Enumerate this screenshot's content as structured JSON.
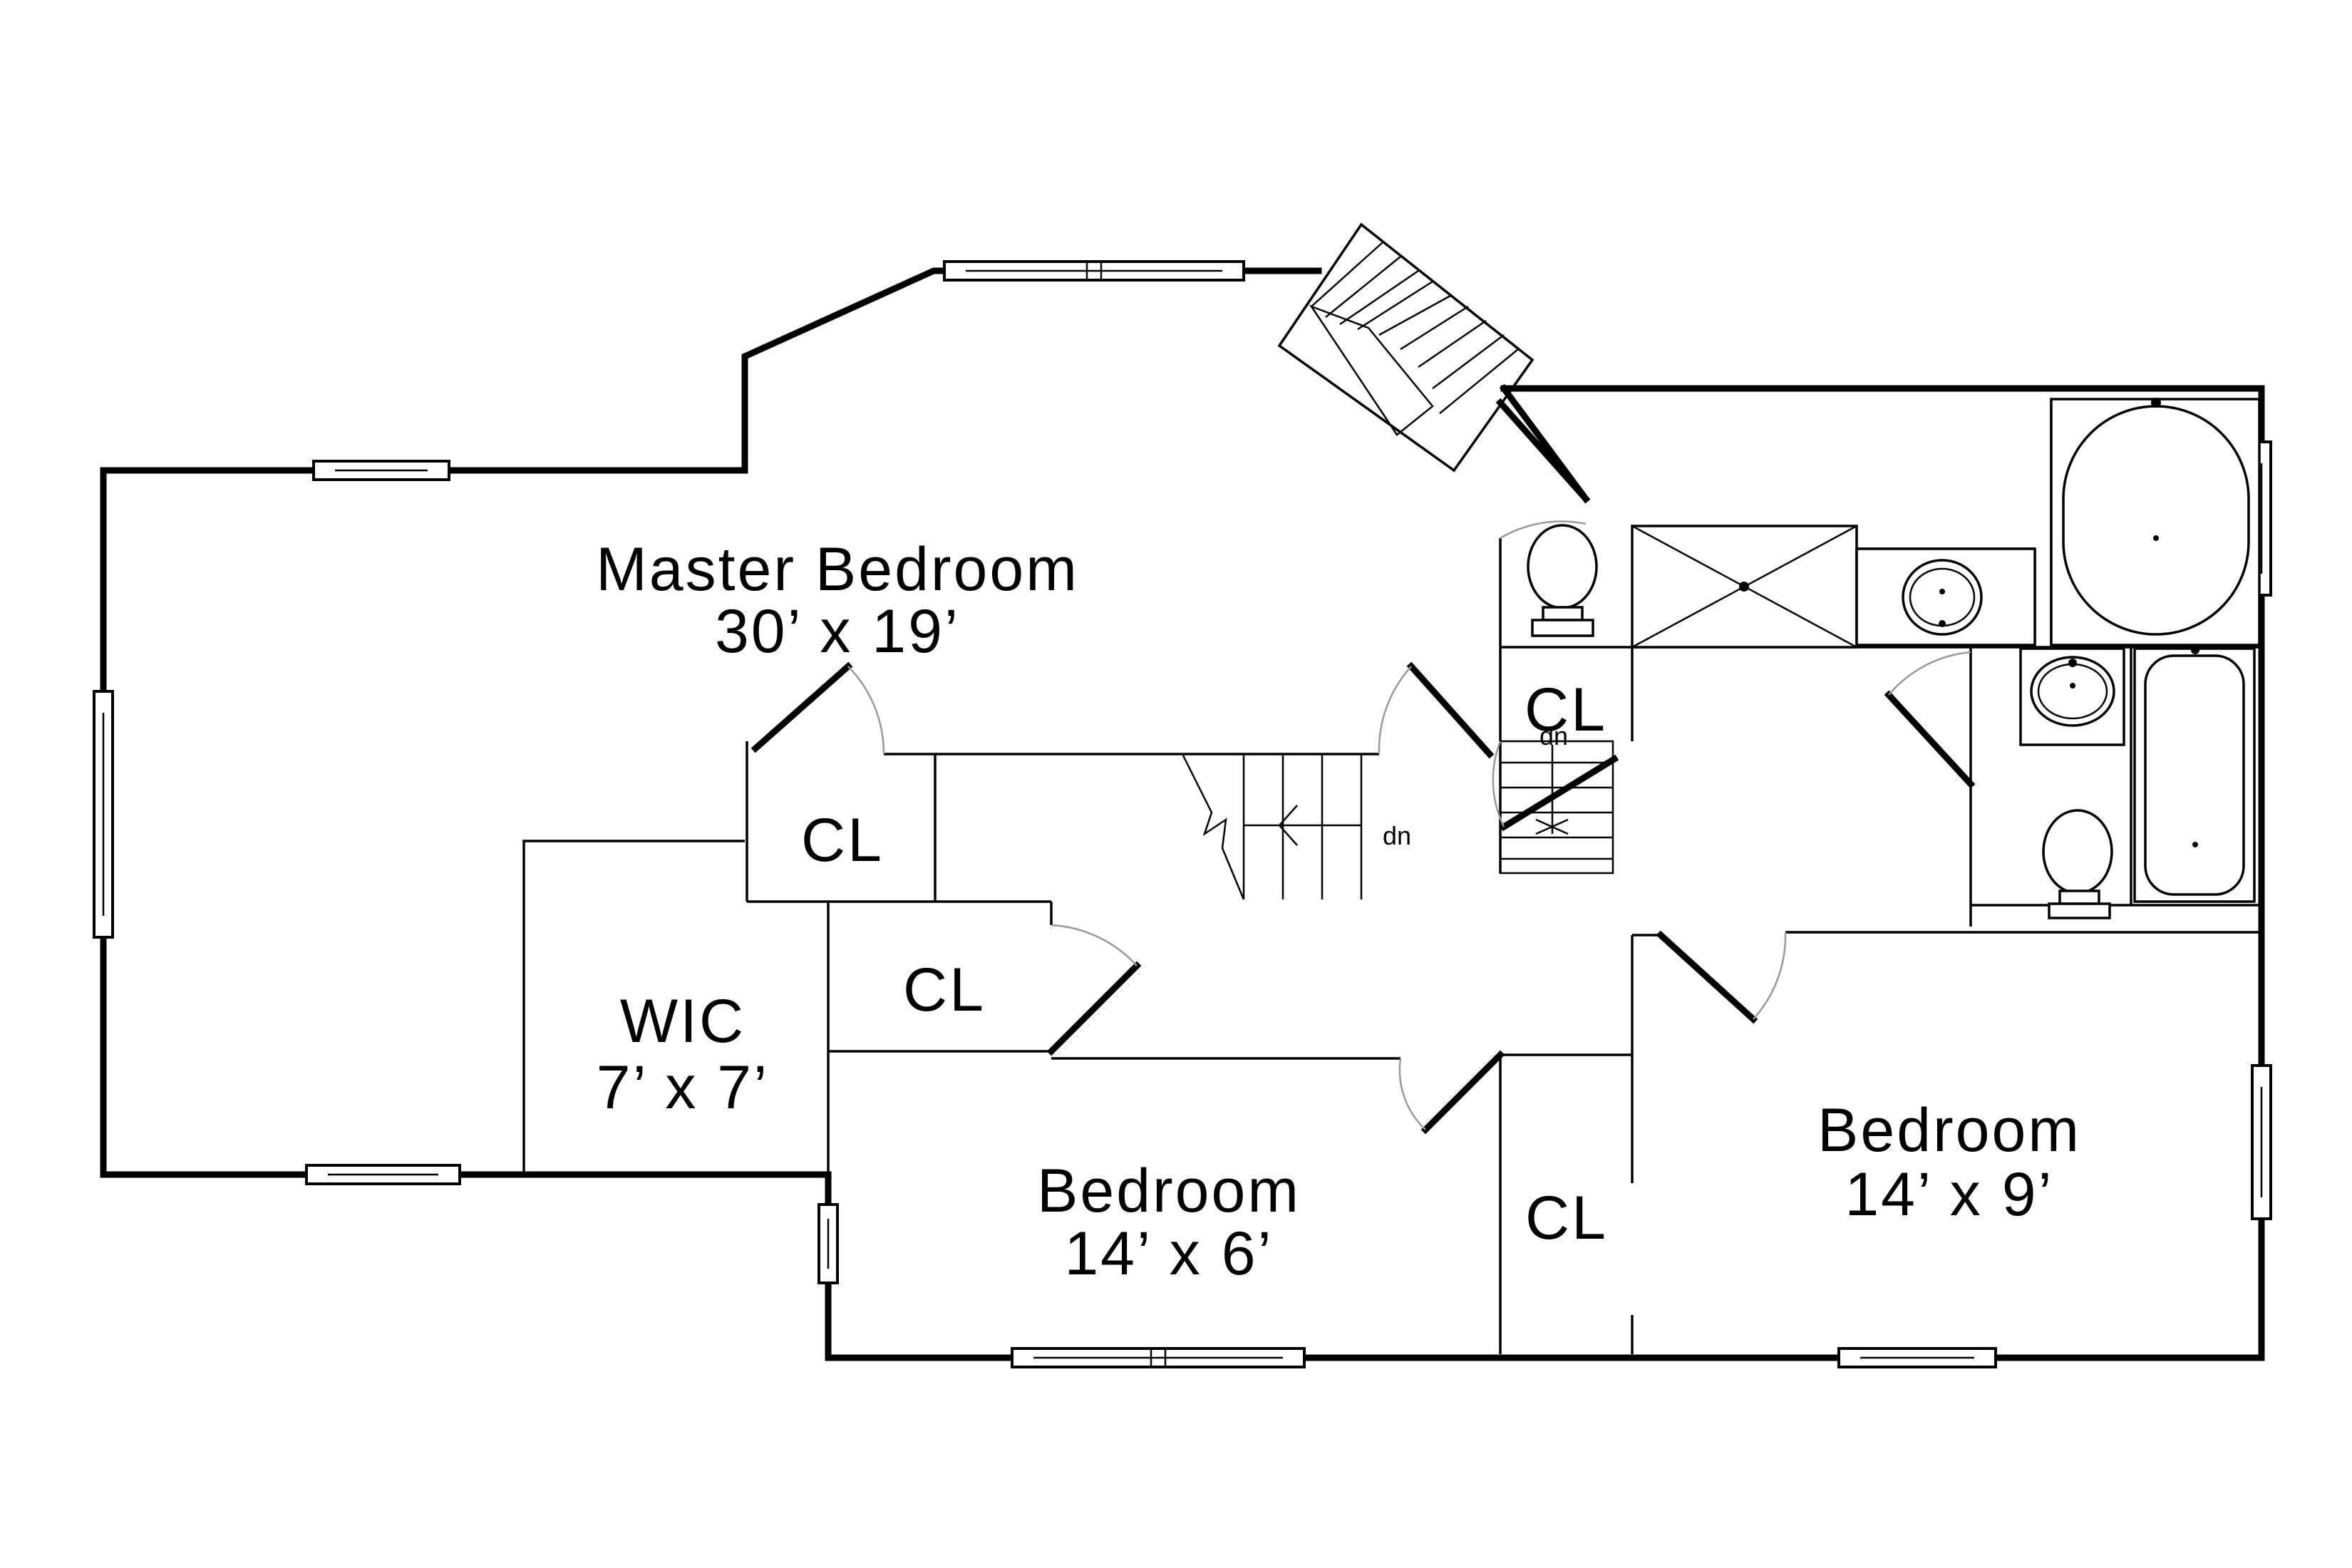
{
  "rooms": {
    "master": {
      "name": "Master Bedroom",
      "dims": "30’ x 19’"
    },
    "wic": {
      "name": "WIC",
      "dims": "7’ x 7’"
    },
    "bedroom_small": {
      "name": "Bedroom",
      "dims": "14’ x 6’"
    },
    "bedroom_right": {
      "name": "Bedroom",
      "dims": "14’ x 9’"
    }
  },
  "closets": {
    "cl_stair": "CL",
    "cl_hall": "CL",
    "cl_bath": "CL",
    "cl_lower_right": "CL"
  },
  "stairs": {
    "main_label": "dn",
    "back_label": "dn"
  }
}
